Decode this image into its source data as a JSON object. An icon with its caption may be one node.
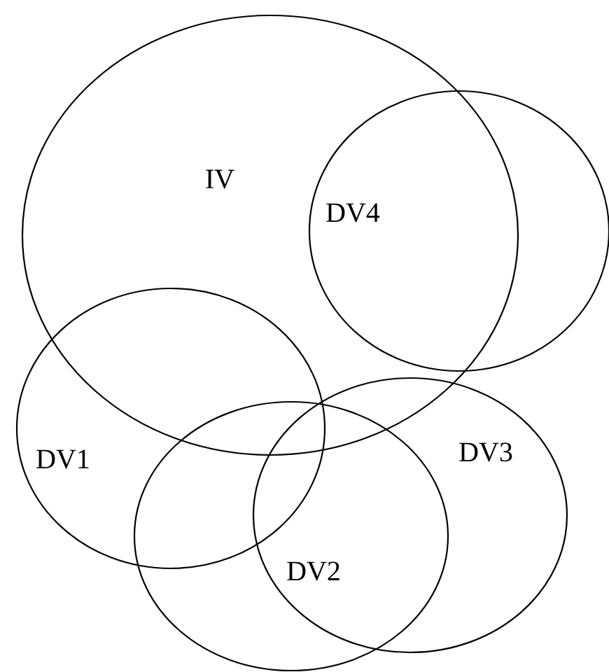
{
  "diagram": {
    "nodes": [
      {
        "text": [
          "IV"
        ]
      },
      {
        "text": [
          "DV4"
        ]
      },
      {
        "text": [
          "DV1"
        ]
      },
      {
        "text": [
          "DV2"
        ]
      },
      {
        "text": [
          "DV3"
        ]
      }
    ]
  }
}
